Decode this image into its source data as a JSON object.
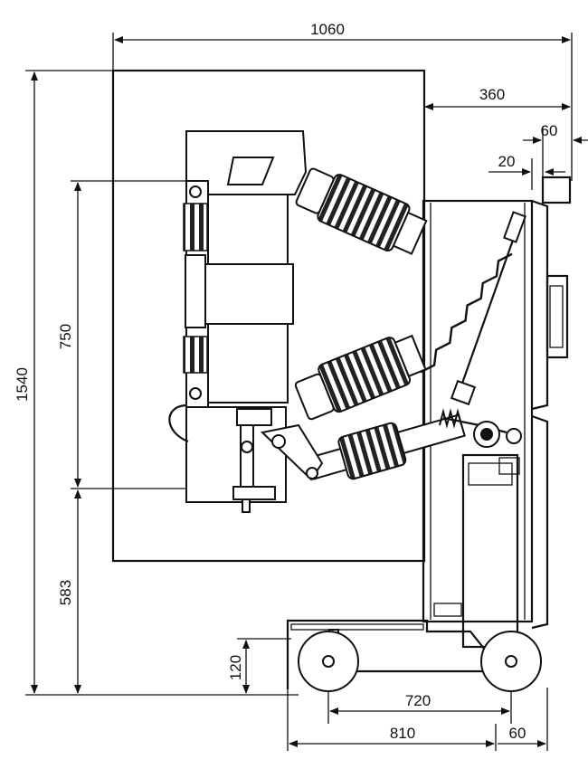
{
  "dimensions": {
    "d1060": "1060",
    "d360": "360",
    "d60_top": "60",
    "d20": "20",
    "d1540": "1540",
    "d750": "750",
    "d583": "583",
    "d120": "120",
    "d720": "720",
    "d810": "810",
    "d60_bottom": "60"
  }
}
